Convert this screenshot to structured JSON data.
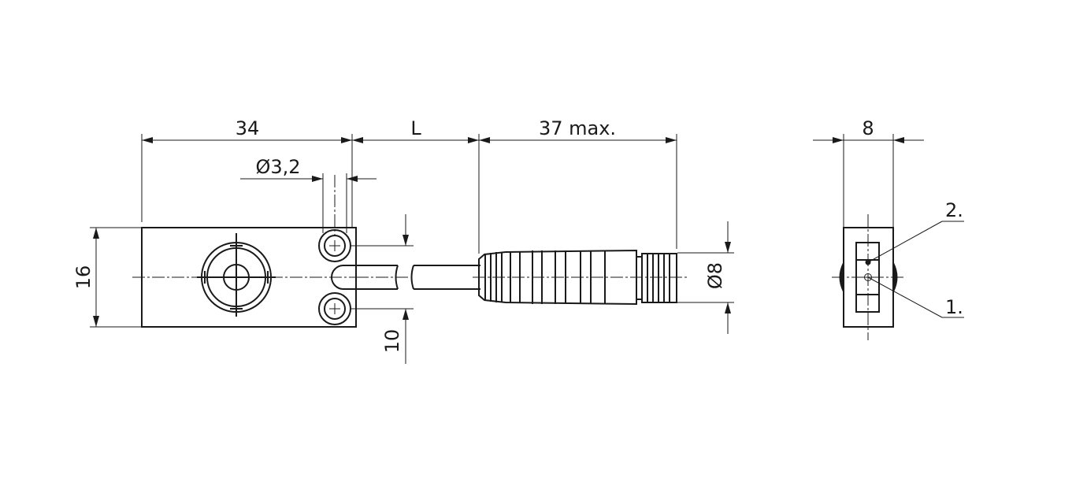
{
  "dimensions": {
    "width_body": "34",
    "cable_length": "L",
    "connector_length": "37 max.",
    "hole_diameter": "Ø3,2",
    "height": "16",
    "hole_spacing": "10",
    "connector_diameter": "Ø8",
    "depth": "8"
  },
  "callouts": {
    "c1": "1.",
    "c2": "2."
  },
  "colors": {
    "line": "#1a1a1a",
    "background": "#ffffff"
  }
}
